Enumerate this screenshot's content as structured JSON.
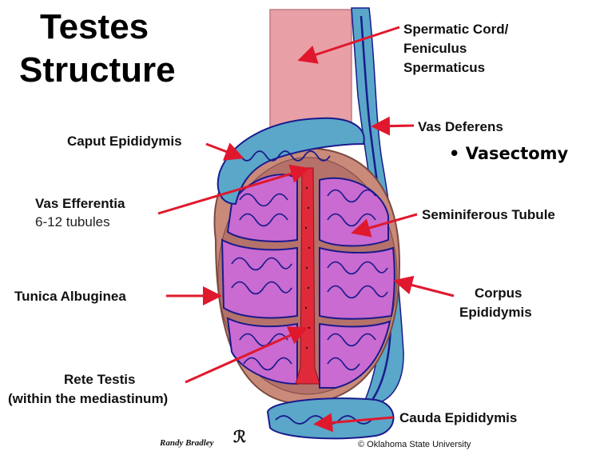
{
  "title": {
    "line1": "Testes",
    "line2": "Structure"
  },
  "labels": {
    "spermatic_cord": [
      "Spermatic Cord/",
      "Feniculus",
      "Spermaticus"
    ],
    "vas_deferens": "Vas Deferens",
    "vasectomy": "• Vasectomy",
    "caput": "Caput Epididymis",
    "vas_efferentia": "Vas Efferentia",
    "vas_efferentia_sub": "6-12 tubules",
    "seminiferous": "Seminiferous Tubule",
    "tunica": "Tunica Albuginea",
    "corpus": [
      "Corpus",
      "Epididymis"
    ],
    "rete": [
      "Rete Testis",
      "(within the mediastinum)"
    ],
    "cauda": "Cauda Epididymis"
  },
  "credits": {
    "artist": "Randy Bradley",
    "copyright": "© Oklahoma State University"
  },
  "colors": {
    "arrow": "#e0182d",
    "cord": "#e8a0a6",
    "tubule_fill": "#c96bd0",
    "tubule_line": "#1a1a8c",
    "epididymis": "#5aa7c9",
    "rete": "#e02a3a",
    "capsule": "#c98a7a"
  }
}
